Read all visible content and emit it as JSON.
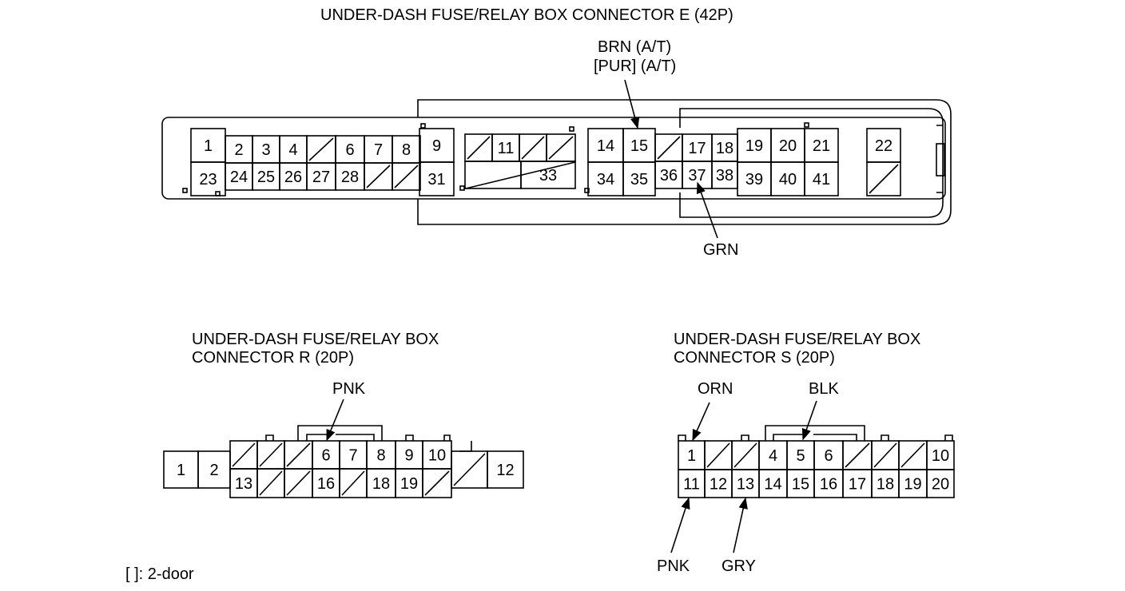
{
  "connector_e": {
    "title": "UNDER-DASH FUSE/RELAY BOX CONNECTOR E (42P)",
    "top_row": [
      "1",
      "2",
      "3",
      "4",
      "",
      "",
      "6",
      "7",
      "8",
      "9",
      "",
      "11",
      "",
      "",
      "14",
      "15",
      "",
      "17",
      "18",
      "19",
      "20",
      "21",
      "22"
    ],
    "bottom_row": [
      "23",
      "24",
      "25",
      "26",
      "27",
      "28",
      "",
      "",
      "31",
      "33",
      "34",
      "35",
      "36",
      "37",
      "38",
      "39",
      "40",
      "41",
      ""
    ],
    "wire_callouts": [
      {
        "pin": "15",
        "lines": [
          "BRN (A/T)",
          "[PUR] (A/T)"
        ]
      },
      {
        "pin": "37",
        "lines": [
          "GRN"
        ]
      }
    ]
  },
  "connector_r": {
    "title_lines": [
      "UNDER-DASH FUSE/RELAY BOX",
      "CONNECTOR R (20P)"
    ],
    "pins": [
      "1",
      "2",
      "6",
      "7",
      "8",
      "9",
      "10",
      "12",
      "13",
      "16",
      "18",
      "19"
    ],
    "wire_callouts": [
      {
        "pin": "6",
        "label": "PNK"
      }
    ]
  },
  "connector_s": {
    "title_lines": [
      "UNDER-DASH FUSE/RELAY BOX",
      "CONNECTOR S (20P)"
    ],
    "top_row": [
      "1",
      "",
      "",
      "4",
      "5",
      "6",
      "",
      "",
      "",
      "10"
    ],
    "bottom_row": [
      "11",
      "12",
      "13",
      "14",
      "15",
      "16",
      "17",
      "18",
      "19",
      "20"
    ],
    "wire_callouts": [
      {
        "pin": "1",
        "label": "ORN"
      },
      {
        "pin": "5",
        "label": "BLK"
      },
      {
        "pin": "11",
        "label": "PNK"
      },
      {
        "pin": "13",
        "label": "GRY"
      }
    ]
  },
  "footnote": "[ ]: 2-door"
}
